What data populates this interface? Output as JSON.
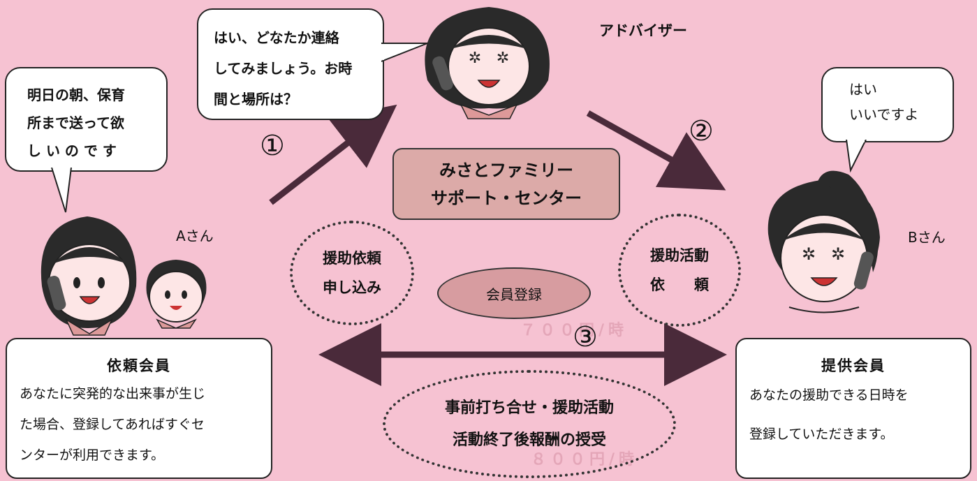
{
  "bubbles": {
    "a_request": [
      "明日の朝、保育",
      "所まで送って欲",
      "し い の で す"
    ],
    "advisor": [
      "はい、どなたか連絡",
      "してみましょう。お時",
      "間と場所は？"
    ],
    "b_reply": [
      "はい",
      "いいですよ"
    ]
  },
  "people": {
    "advisor": "アドバイザー",
    "a": "Aさん",
    "b": "Bさん"
  },
  "center": {
    "name_line1": "みさとファミリー",
    "name_line2": "サポート・センター",
    "registration": "会員登録"
  },
  "steps": {
    "s1": "①",
    "s2": "②",
    "s3": "③"
  },
  "circles": {
    "request": [
      "援助依頼",
      "申し込み"
    ],
    "activity": [
      "援助活動",
      "依　　頼"
    ],
    "bottom": [
      "事前打ち合せ・援助活動",
      "活動終了後報酬の授受"
    ]
  },
  "cards": {
    "client": {
      "title": "依頼会員",
      "desc": [
        "あなたに突発的な出来事が生じ",
        "た場合、登録してあればすぐセ",
        "ンターが利用できます。"
      ]
    },
    "provider": {
      "title": "提供会員",
      "desc": [
        "あなたの援助できる日時を",
        "登録していただきます。"
      ]
    }
  },
  "colors": {
    "background": "#f6c2d2",
    "center_box": "#dcaaa8",
    "registration_oval": "#d79ca0",
    "arrow": "#4a2a3a"
  }
}
